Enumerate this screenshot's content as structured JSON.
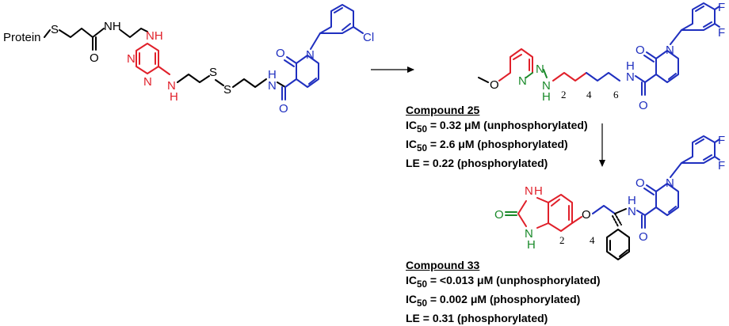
{
  "labels": {
    "protein": "Protein",
    "S": "S",
    "N": "N",
    "H": "H",
    "NH": "NH",
    "O": "O",
    "Cl": "Cl",
    "F": "F"
  },
  "positions": {
    "compound25": [
      "2",
      "4",
      "6"
    ],
    "compound33": [
      "2",
      "4"
    ]
  },
  "compound25": {
    "title": "Compound 25",
    "rows": [
      {
        "prefix": "IC",
        "sub": "50",
        "text": " = 0.32 μM (unphosphorylated)"
      },
      {
        "prefix": "IC",
        "sub": "50",
        "text": " = 2.6 μM (phosphorylated)"
      },
      {
        "prefix": "",
        "sub": "",
        "text": "LE = 0.22 (phosphorylated)"
      }
    ]
  },
  "compound33": {
    "title": "Compound 33",
    "rows": [
      {
        "prefix": "IC",
        "sub": "50",
        "text": " = <0.013 μM (unphosphorylated)"
      },
      {
        "prefix": "IC",
        "sub": "50",
        "text": " = 0.002 μM (phosphorylated)"
      },
      {
        "prefix": "",
        "sub": "",
        "text": "LE = 0.31 (phosphorylated)"
      }
    ]
  },
  "colors": {
    "black": "#000000",
    "red": "#e0202a",
    "blue": "#1f2fbf",
    "green": "#1a8a2a"
  }
}
